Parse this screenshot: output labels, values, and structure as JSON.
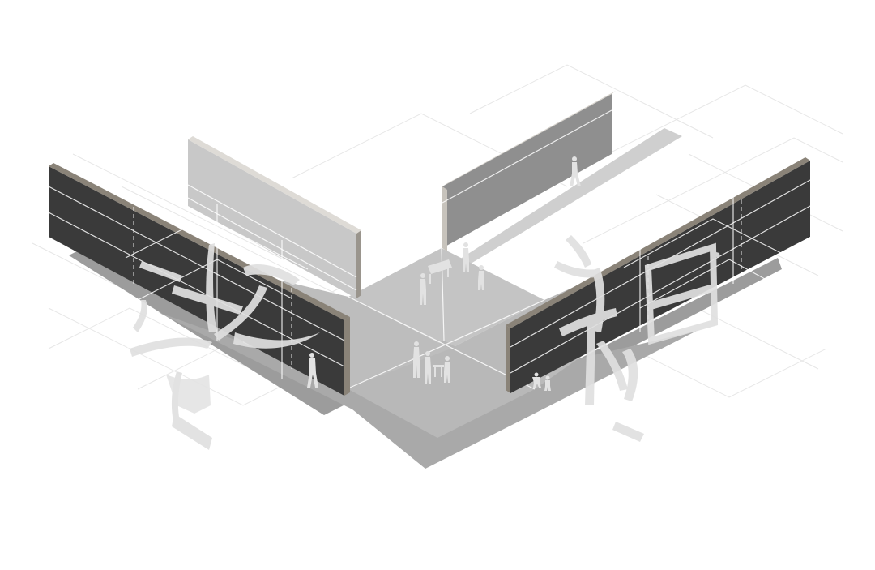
{
  "scene": {
    "kind": "isometric architectural axonometric",
    "colors": {
      "background": "#ffffff",
      "dark_wall": "#3a3a3a",
      "wall_edge": "#8a8378",
      "light_wall": "#c8c8c8",
      "mid_wall": "#8f8f8f",
      "floor_light": "#c4c4c4",
      "floor_dark": "#a9a9a9",
      "shadow": "#9c9c9c",
      "calligraphy": "#e0e0e0"
    },
    "calligraphy_strokes": [
      "left-character-fragment",
      "right-character-fragment"
    ],
    "figures": [
      "person-silhouette",
      "person-silhouette",
      "person-silhouette",
      "person-silhouette",
      "child-silhouette"
    ]
  }
}
